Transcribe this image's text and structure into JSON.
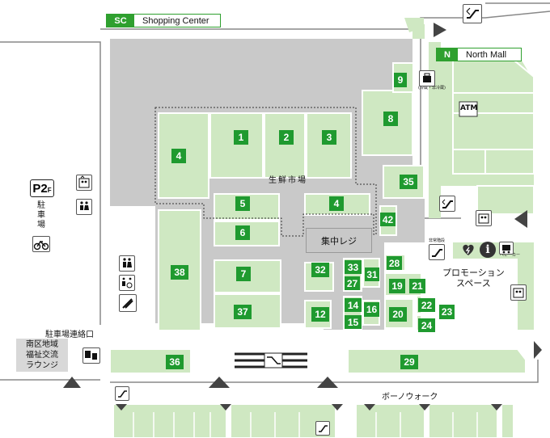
{
  "badges": {
    "shopping_center": {
      "tag": "SC",
      "label": "Shopping Center"
    },
    "north_mall": {
      "tag": "N",
      "label": "North Mall"
    }
  },
  "labels": {
    "fresh_market": "生鮮市場",
    "central_register": "集中レジ",
    "parking_connection": "駐車場連絡口",
    "lounge": "南区地域\n福祉交流\nラウンジ",
    "promotion_space": "プロモーション\nスペース",
    "promenade": "ボーノウォーク",
    "parking_p2": "P2",
    "parking_p2_floor": "F",
    "parking": "駐\n車\n場",
    "atm": "ATM",
    "storage": "(冷蔵・非冷蔵)",
    "emergency_stairs": "非常階段",
    "stroller": "ベビーカー"
  },
  "shops": [
    {
      "id": "1"
    },
    {
      "id": "2"
    },
    {
      "id": "3"
    },
    {
      "id": "4"
    },
    {
      "id": "4b",
      "label": "4"
    },
    {
      "id": "5"
    },
    {
      "id": "6"
    },
    {
      "id": "7"
    },
    {
      "id": "8"
    },
    {
      "id": "9"
    },
    {
      "id": "12"
    },
    {
      "id": "14"
    },
    {
      "id": "15"
    },
    {
      "id": "16"
    },
    {
      "id": "19"
    },
    {
      "id": "20"
    },
    {
      "id": "21"
    },
    {
      "id": "22"
    },
    {
      "id": "23"
    },
    {
      "id": "24"
    },
    {
      "id": "27"
    },
    {
      "id": "28"
    },
    {
      "id": "29"
    },
    {
      "id": "31"
    },
    {
      "id": "32"
    },
    {
      "id": "33"
    },
    {
      "id": "35"
    },
    {
      "id": "36"
    },
    {
      "id": "37"
    },
    {
      "id": "38"
    },
    {
      "id": "42"
    }
  ],
  "colors": {
    "store_fill": "#cfe8c2",
    "store_stroke": "#ffffff",
    "shop_badge": "#1f9a2f",
    "gray_area": "#c9c9c9",
    "outline": "#888888"
  },
  "icons": [
    "escalator-icon",
    "elevator-icon",
    "restroom-icon",
    "bicycle-parking-icon",
    "multipurpose-restroom-icon",
    "baby-icon",
    "atm-icon",
    "aed-icon",
    "information-icon",
    "coin-locker-icon"
  ]
}
